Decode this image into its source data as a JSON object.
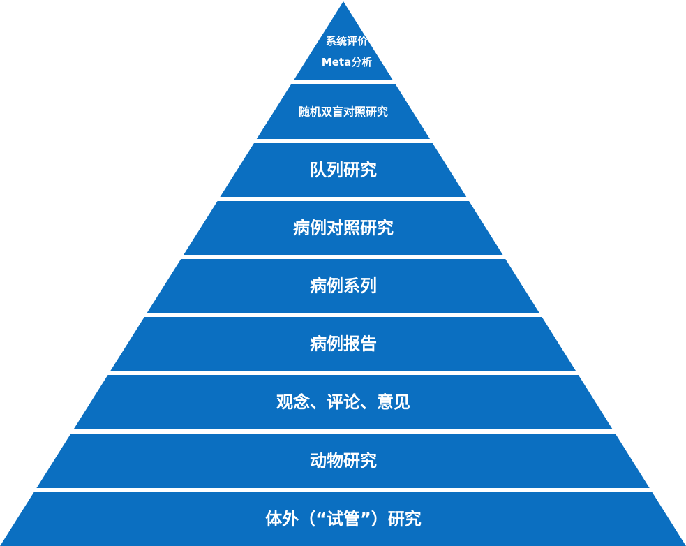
{
  "diagram": {
    "type": "evidence-pyramid",
    "fill_color": "#0b6fc1",
    "text_color": "#ffffff",
    "separator_color": "#ffffff",
    "tiers": [
      {
        "label_lines": [
          "系统评价",
          "Meta分析"
        ]
      },
      {
        "label_lines": [
          "随机双盲对照研究"
        ]
      },
      {
        "label_lines": [
          "队列研究"
        ]
      },
      {
        "label_lines": [
          "病例对照研究"
        ]
      },
      {
        "label_lines": [
          "病例系列"
        ]
      },
      {
        "label_lines": [
          "病例报告"
        ]
      },
      {
        "label_lines": [
          "观念、评论、意见"
        ]
      },
      {
        "label_lines": [
          "动物研究"
        ]
      },
      {
        "label_lines": [
          "体外（“试管”）研究"
        ]
      }
    ]
  }
}
